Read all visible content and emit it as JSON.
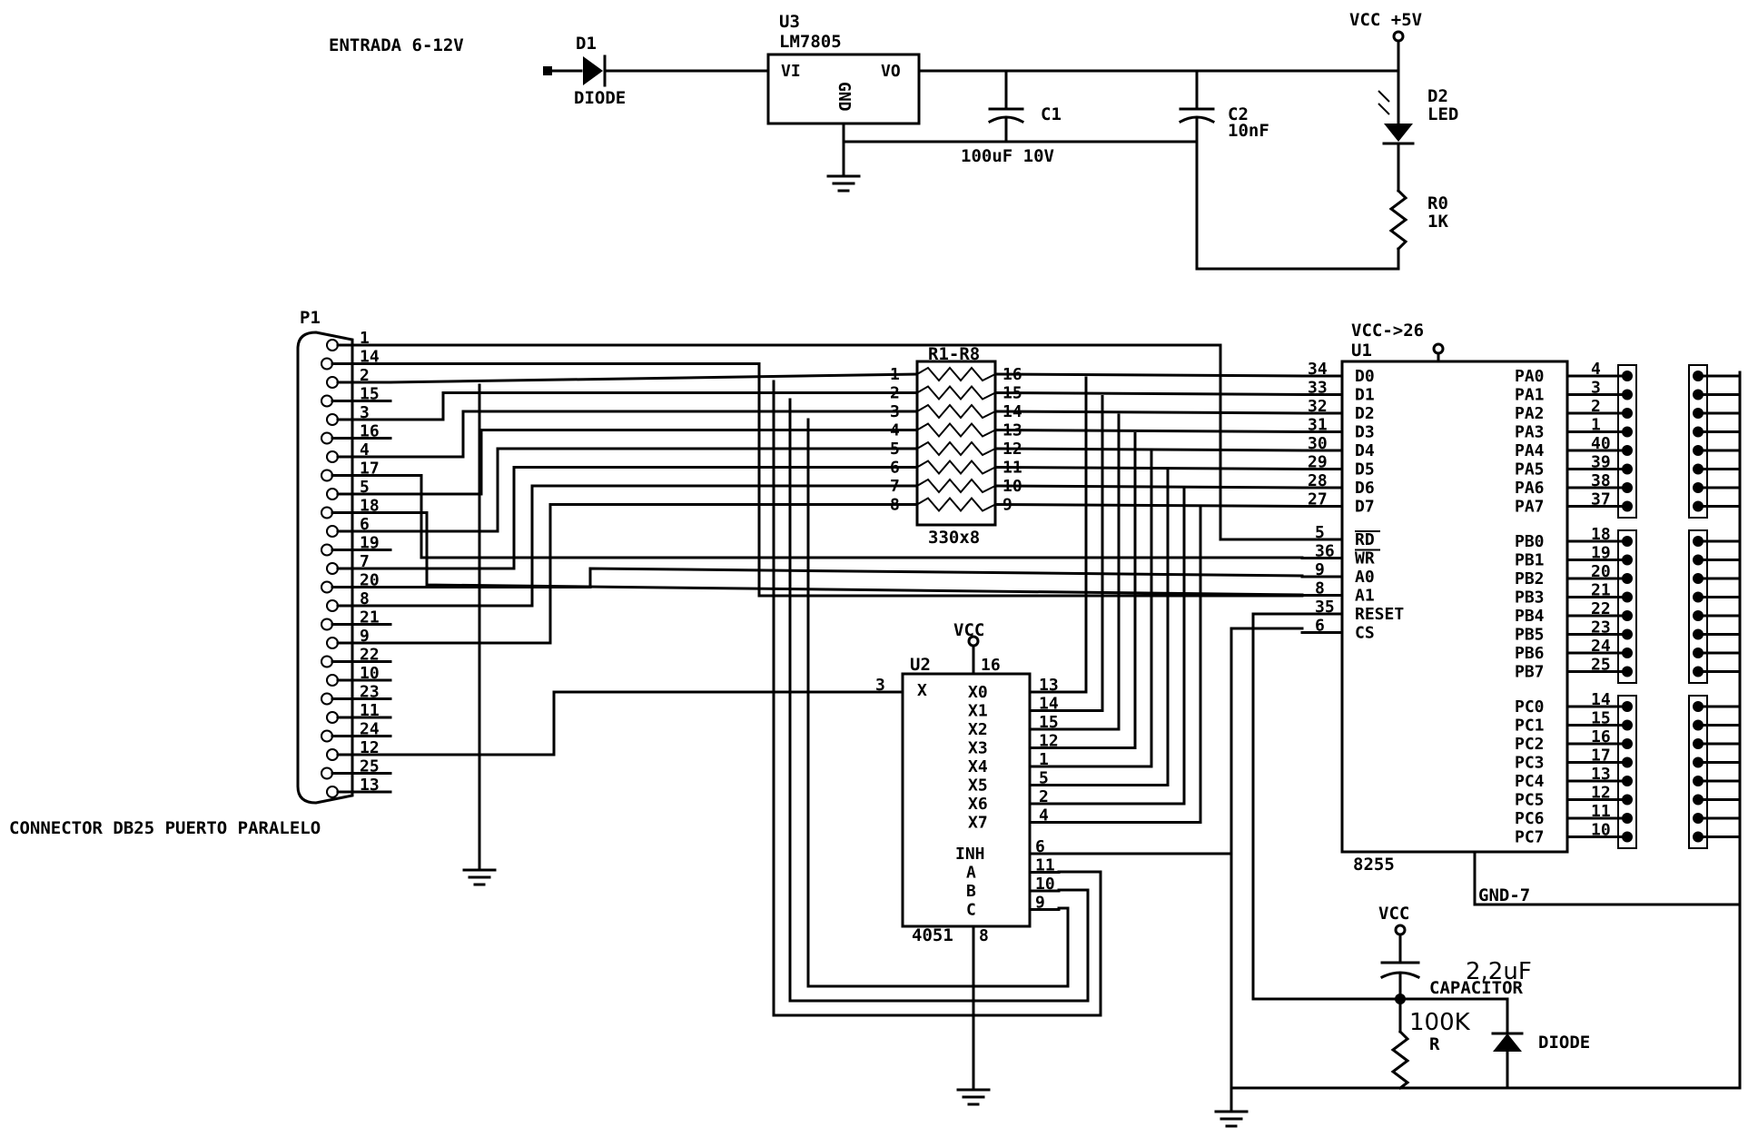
{
  "power": {
    "entrada": "ENTRADA 6-12V",
    "d1_ref": "D1",
    "d1_val": "DIODE",
    "u3_ref": "U3",
    "u3_val": "LM7805",
    "u3_vi": "VI",
    "u3_vo": "VO",
    "u3_gnd": "GND",
    "c1_ref": "C1",
    "c1_val": "100uF  10V",
    "c2_ref": "C2",
    "c2_val": "10nF",
    "vcc5": "VCC  +5V",
    "d2_ref": "D2",
    "d2_val": "LED",
    "r0_ref": "R0",
    "r0_val": "1K"
  },
  "p1": {
    "ref": "P1",
    "caption": "CONNECTOR DB25 PUERTO PARALELO",
    "pins": [
      "1",
      "14",
      "2",
      "15",
      "3",
      "16",
      "4",
      "17",
      "5",
      "18",
      "6",
      "19",
      "7",
      "20",
      "8",
      "21",
      "9",
      "22",
      "10",
      "23",
      "11",
      "24",
      "12",
      "25",
      "13"
    ]
  },
  "rn": {
    "ref": "R1-R8",
    "val": "330x8",
    "left": [
      "1",
      "2",
      "3",
      "4",
      "5",
      "6",
      "7",
      "8"
    ],
    "right": [
      "16",
      "15",
      "14",
      "13",
      "12",
      "11",
      "10",
      "9"
    ]
  },
  "u2": {
    "ref": "U2",
    "val": "4051",
    "vcc": "VCC",
    "vcc_pin": "16",
    "x_pin": "3",
    "x_name": "X",
    "gnd_pin": "8",
    "x_names": [
      "X0",
      "X1",
      "X2",
      "X3",
      "X4",
      "X5",
      "X6",
      "X7"
    ],
    "x_pins": [
      "13",
      "14",
      "15",
      "12",
      "1",
      "5",
      "2",
      "4"
    ],
    "ctl_names": [
      "INH",
      "A",
      "B",
      "C"
    ],
    "ctl_pins": [
      "6",
      "11",
      "10",
      "9"
    ]
  },
  "u1": {
    "ref": "U1",
    "val": "8255",
    "vcc": "VCC->26",
    "gnd": "GND-7",
    "d_names": [
      "D0",
      "D1",
      "D2",
      "D3",
      "D4",
      "D5",
      "D6",
      "D7"
    ],
    "d_pins": [
      "34",
      "33",
      "32",
      "31",
      "30",
      "29",
      "28",
      "27"
    ],
    "ctl_names": [
      "RD",
      "WR",
      "A0",
      "A1",
      "RESET",
      "CS"
    ],
    "ctl_pins": [
      "5",
      "36",
      "9",
      "8",
      "35",
      "6"
    ],
    "pa_names": [
      "PA0",
      "PA1",
      "PA2",
      "PA3",
      "PA4",
      "PA5",
      "PA6",
      "PA7"
    ],
    "pa_pins": [
      "4",
      "3",
      "2",
      "1",
      "40",
      "39",
      "38",
      "37"
    ],
    "pb_names": [
      "PB0",
      "PB1",
      "PB2",
      "PB3",
      "PB4",
      "PB5",
      "PB6",
      "PB7"
    ],
    "pb_pins": [
      "18",
      "19",
      "20",
      "21",
      "22",
      "23",
      "24",
      "25"
    ],
    "pc_names": [
      "PC0",
      "PC1",
      "PC2",
      "PC3",
      "PC4",
      "PC5",
      "PC6",
      "PC7"
    ],
    "pc_pins": [
      "14",
      "15",
      "16",
      "17",
      "13",
      "12",
      "11",
      "10"
    ]
  },
  "reset": {
    "vcc": "VCC",
    "cap_val": "2,2uF",
    "cap_name": "CAPACITOR",
    "res_val": "100K",
    "res_name": "R",
    "diode": "DIODE"
  }
}
